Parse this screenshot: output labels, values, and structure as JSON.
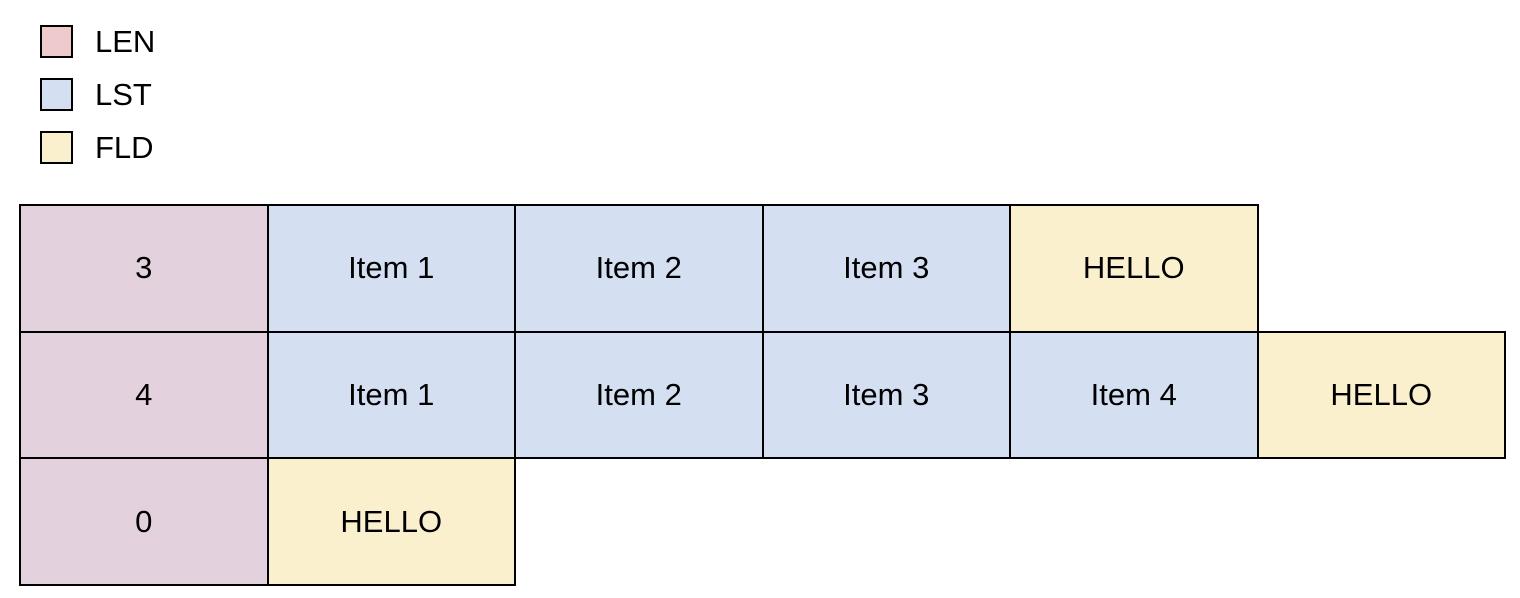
{
  "legend": {
    "items": [
      {
        "label": "LEN",
        "color": "#eecacd"
      },
      {
        "label": "LST",
        "color": "#d4e0f1"
      },
      {
        "label": "FLD",
        "color": "#fbf0ce"
      }
    ]
  },
  "colors": {
    "cell_len": "#e4d1de",
    "cell_lst": "#d4e0f1",
    "cell_fld": "#fbf0ce",
    "border": "#000000"
  },
  "table": {
    "rows": [
      {
        "cells": [
          {
            "text": "3",
            "type": "LEN"
          },
          {
            "text": "Item 1",
            "type": "LST"
          },
          {
            "text": "Item 2",
            "type": "LST"
          },
          {
            "text": "Item 3",
            "type": "LST"
          },
          {
            "text": "HELLO",
            "type": "FLD"
          }
        ]
      },
      {
        "cells": [
          {
            "text": "4",
            "type": "LEN"
          },
          {
            "text": "Item 1",
            "type": "LST"
          },
          {
            "text": "Item 2",
            "type": "LST"
          },
          {
            "text": "Item 3",
            "type": "LST"
          },
          {
            "text": "Item 4",
            "type": "LST"
          },
          {
            "text": "HELLO",
            "type": "FLD"
          }
        ]
      },
      {
        "cells": [
          {
            "text": "0",
            "type": "LEN"
          },
          {
            "text": "HELLO",
            "type": "FLD"
          }
        ]
      }
    ]
  }
}
